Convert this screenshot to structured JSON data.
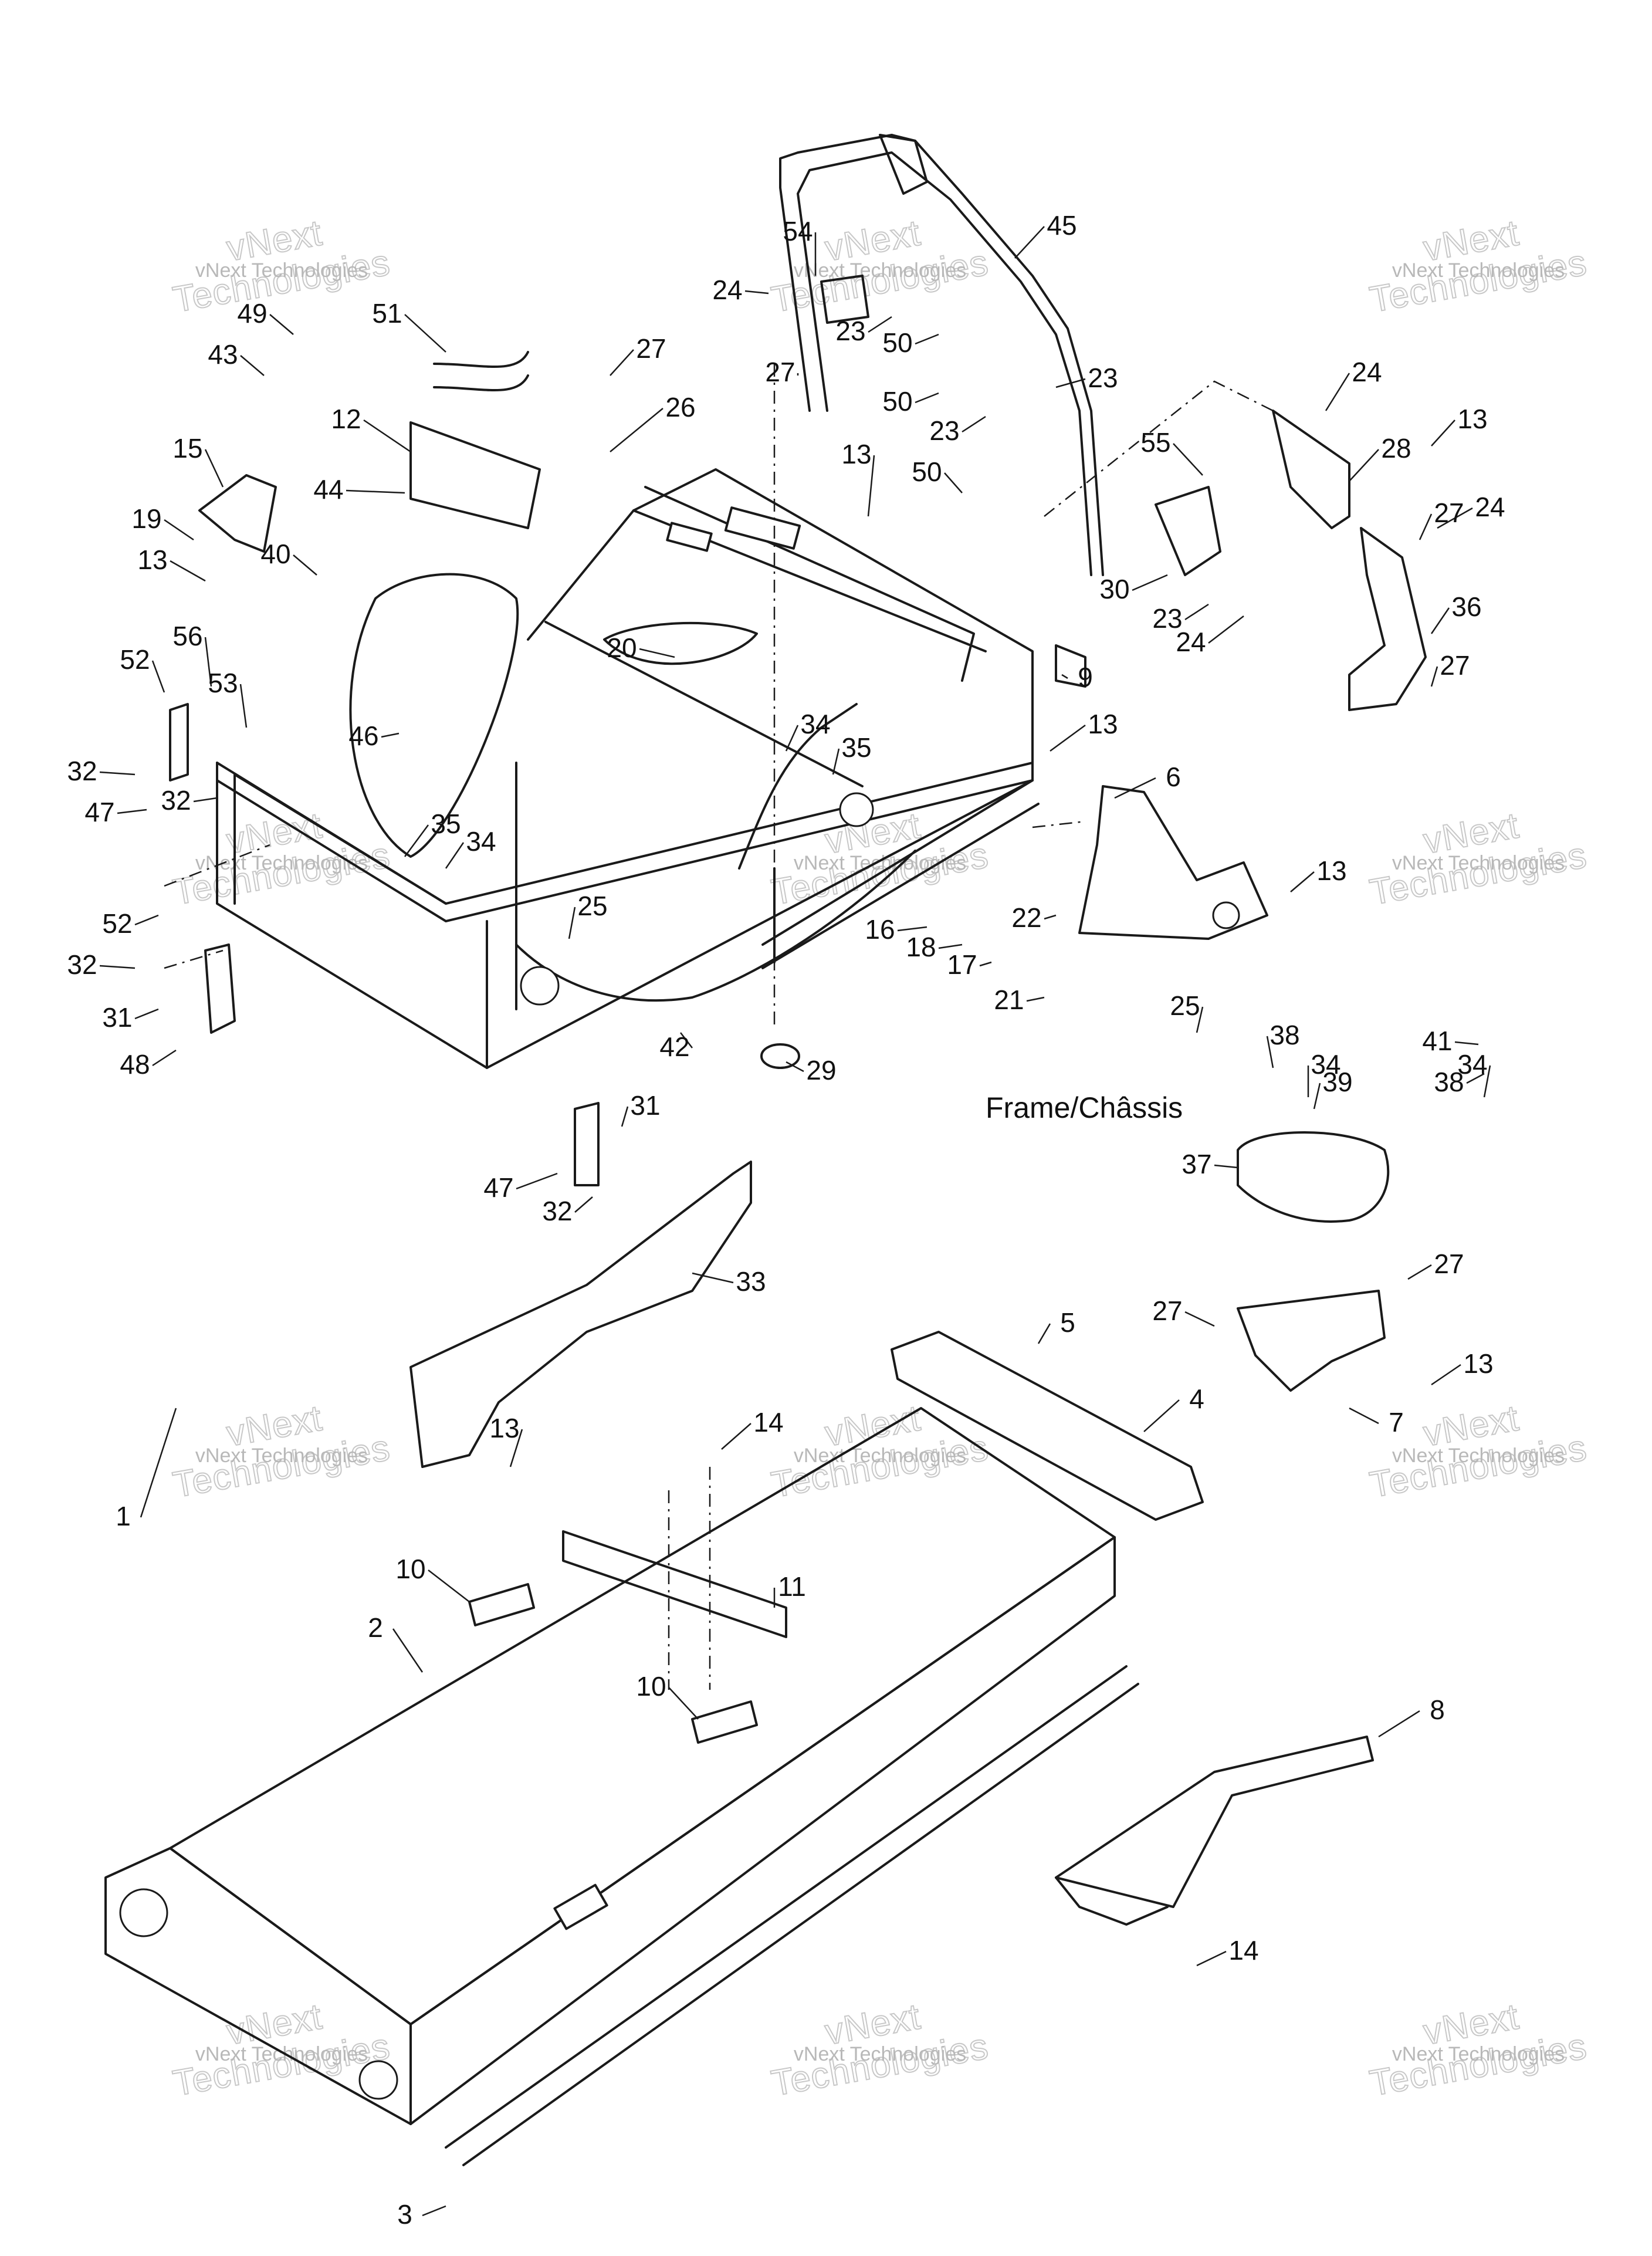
{
  "diagram": {
    "section_label": "Frame/Châssis",
    "watermark_small": "vNext Technologies",
    "watermark_large": "Technologies",
    "watermark_accent": "vNext",
    "colors": {
      "ink": "#1a1a1a",
      "watermark": "#c8c8c8",
      "background": "#ffffff"
    }
  },
  "callouts": [
    "1",
    "2",
    "3",
    "4",
    "5",
    "6",
    "7",
    "8",
    "9",
    "10",
    "10",
    "11",
    "12",
    "13",
    "13",
    "13",
    "13",
    "13",
    "13",
    "13",
    "14",
    "14",
    "15",
    "16",
    "17",
    "18",
    "19",
    "20",
    "21",
    "22",
    "23",
    "23",
    "23",
    "23",
    "24",
    "24",
    "24",
    "24",
    "25",
    "25",
    "26",
    "27",
    "27",
    "27",
    "27",
    "27",
    "27",
    "28",
    "29",
    "30",
    "31",
    "31",
    "32",
    "32",
    "32",
    "32",
    "33",
    "34",
    "34",
    "34",
    "34",
    "35",
    "35",
    "36",
    "37",
    "38",
    "38",
    "39",
    "40",
    "41",
    "42",
    "43",
    "44",
    "45",
    "46",
    "47",
    "47",
    "48",
    "49",
    "50",
    "50",
    "50",
    "51",
    "52",
    "52",
    "53",
    "54",
    "55",
    "56"
  ]
}
